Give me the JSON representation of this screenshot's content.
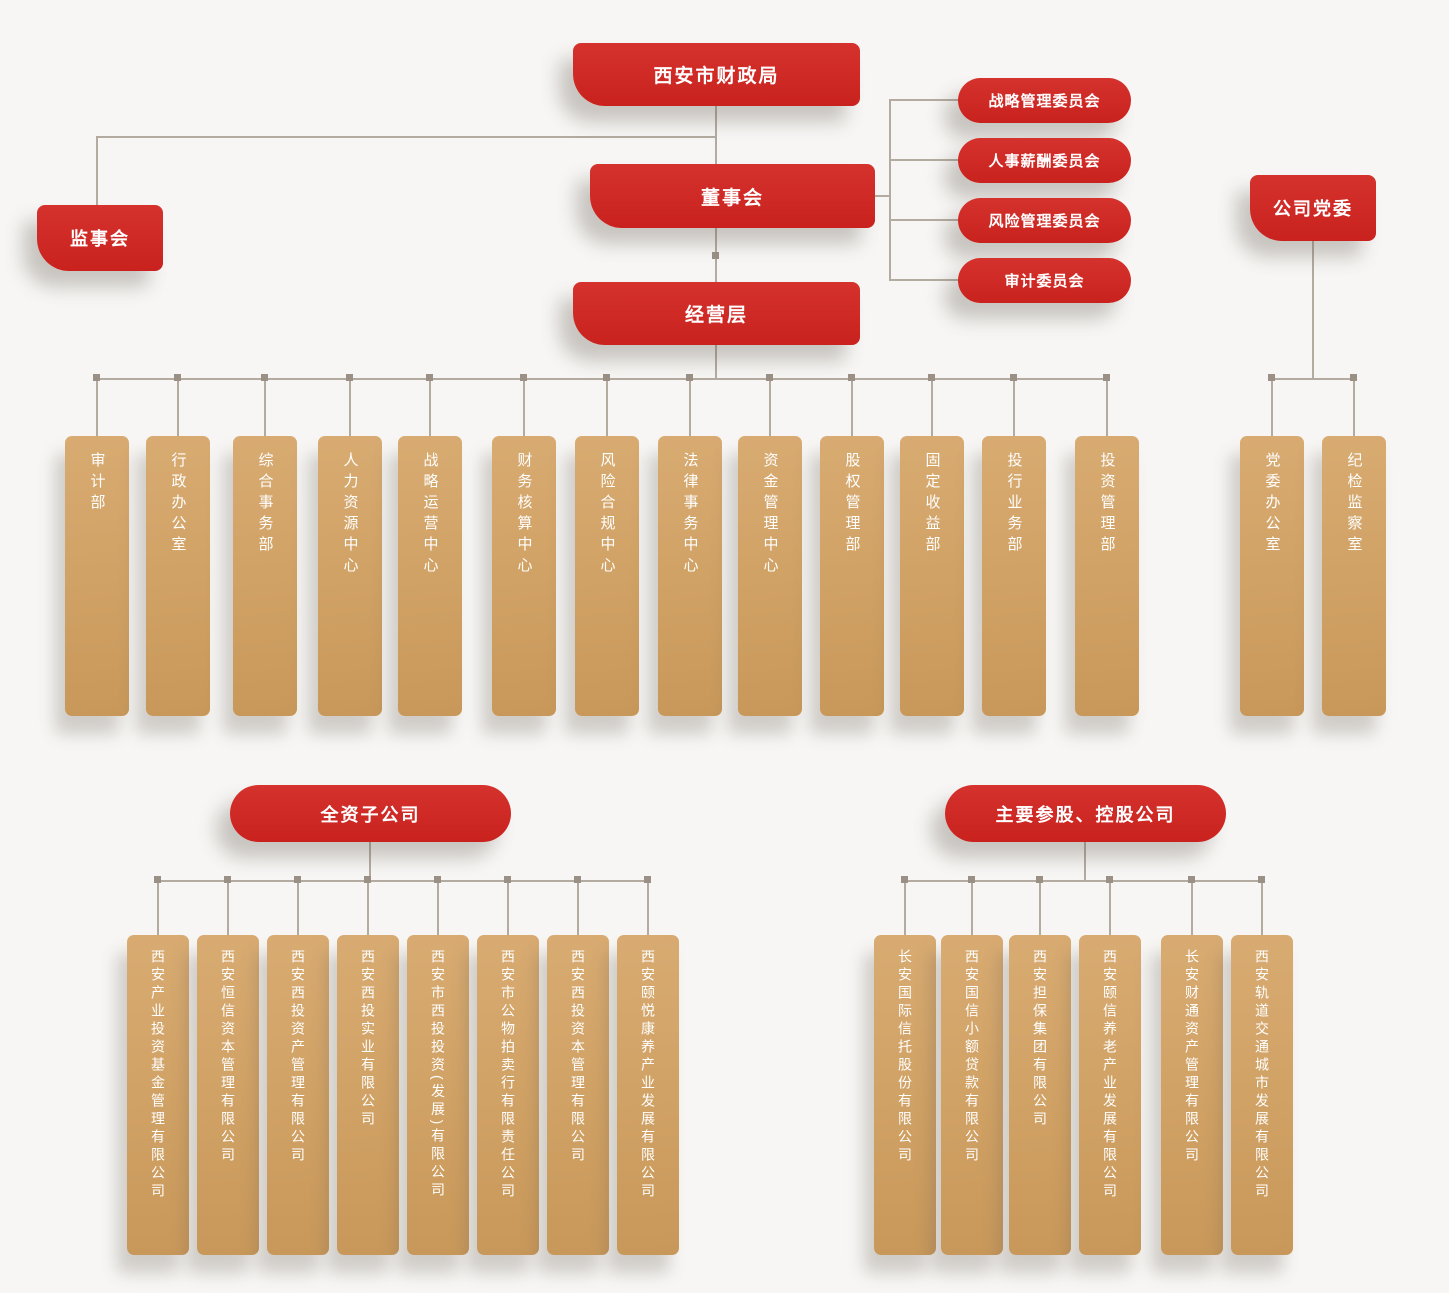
{
  "palette": {
    "red": "#cd2824",
    "tan": "#d2a468",
    "line": "#b3aaa0",
    "background": "#f7f6f4",
    "text_on_box": "#ffffff"
  },
  "nodes": {
    "finance_bureau": "西安市财政局",
    "supervisory_board": "监事会",
    "board": "董事会",
    "management": "经营层",
    "party_committee": "公司党委"
  },
  "committees": [
    "战略管理委员会",
    "人事薪酬委员会",
    "风险管理委员会",
    "审计委员会"
  ],
  "departments": [
    "审计部",
    "行政办公室",
    "综合事务部",
    "人力资源中心",
    "战略运营中心",
    "财务核算中心",
    "风险合规中心",
    "法律事务中心",
    "资金管理中心",
    "股权管理部",
    "固定收益部",
    "投行业务部",
    "投资管理部"
  ],
  "party_offices": [
    "党委办公室",
    "纪检监察室"
  ],
  "wholly_owned": {
    "title": "全资子公司",
    "companies": [
      "西安产业投资基金管理有限公司",
      "西安恒信资本管理有限公司",
      "西安西投资产管理有限公司",
      "西安西投实业有限公司",
      "西安市西投投资(发展)有限公司",
      "西安市公物拍卖行有限责任公司",
      "西安西投资本管理有限公司",
      "西安颐悦康养产业发展有限公司"
    ]
  },
  "holdings": {
    "title": "主要参股、控股公司",
    "companies": [
      "长安国际信托股份有限公司",
      "西安国信小额贷款有限公司",
      "西安担保集团有限公司",
      "西安颐信养老产业发展有限公司",
      "长安财通资产管理有限公司",
      "西安轨道交通城市发展有限公司"
    ]
  }
}
